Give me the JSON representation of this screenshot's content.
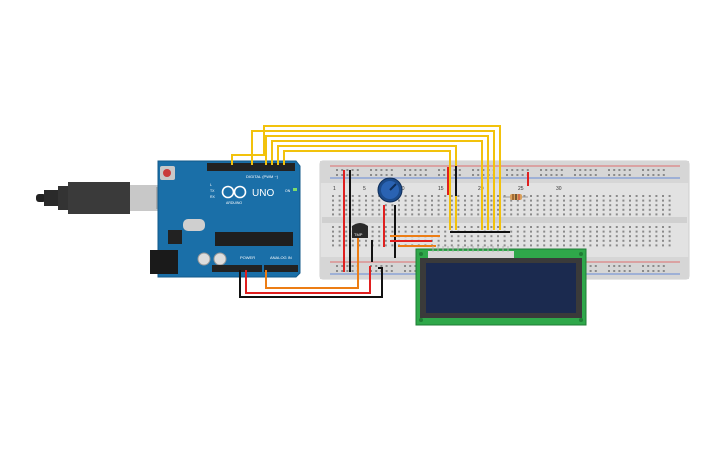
{
  "arduino": {
    "model_label": "UNO",
    "brand_label": "ARDUINO",
    "digital_header_label": "DIGITAL (PWM ~)",
    "power_header_label": "POWER",
    "analog_header_label": "ANALOG IN",
    "tx_label": "TX",
    "rx_label": "RX",
    "l_label": "L",
    "on_label": "ON",
    "board_color": "#1a6fa8"
  },
  "sensor": {
    "label": "TMP"
  },
  "breadboard": {
    "column_numbers": [
      "1",
      "5",
      "10",
      "15",
      "20",
      "25",
      "30"
    ]
  },
  "lcd": {
    "board_color": "#2fa84a",
    "screen_color": "#1b2a4f"
  },
  "wire_colors": {
    "data": "#f2c20c",
    "power": "#e01f1f",
    "ground": "#111111",
    "signal": "#ec7d14"
  }
}
